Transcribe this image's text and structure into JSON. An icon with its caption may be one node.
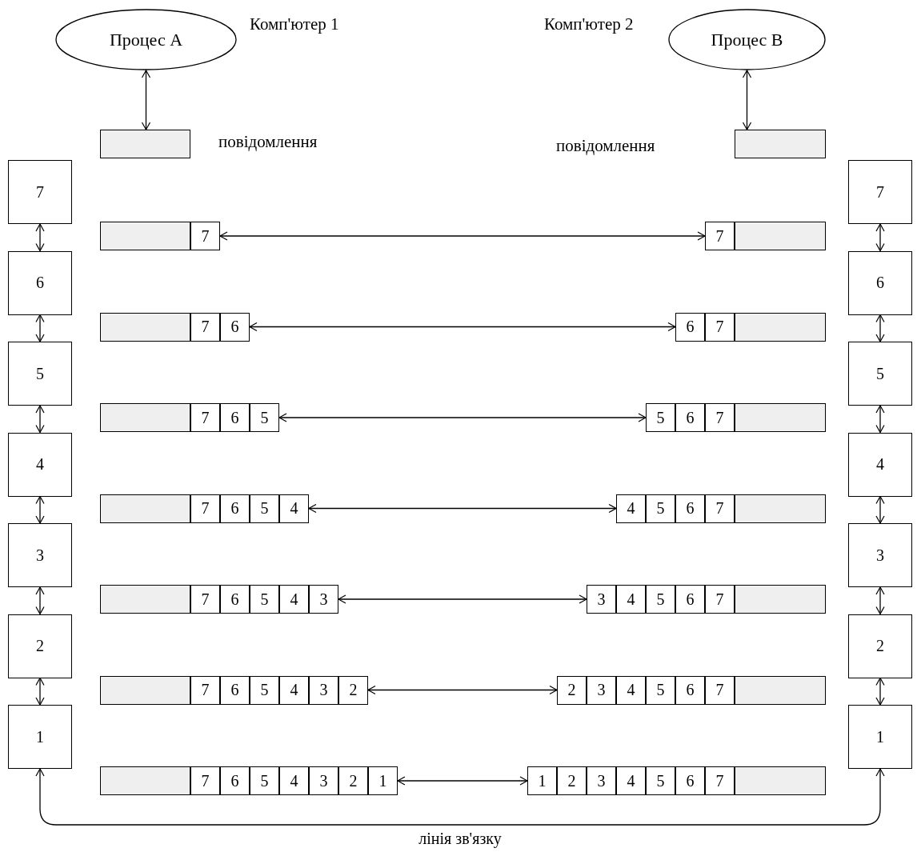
{
  "diagram": {
    "nodes": [
      {
        "text": [
          "Процес A"
        ]
      },
      {
        "text": [
          "Процес B"
        ]
      },
      {
        "text": [],
        "shape": "box"
      },
      {
        "text": [],
        "shape": "box"
      },
      {
        "text": [
          "7"
        ]
      },
      {
        "text": [
          "7"
        ]
      },
      {
        "text": [],
        "shape": "box"
      },
      {
        "text": [
          "7"
        ]
      },
      {
        "text": [
          "7"
        ]
      },
      {
        "text": [],
        "shape": "box"
      },
      {
        "text": [
          "6"
        ]
      },
      {
        "text": [
          "6"
        ]
      },
      {
        "text": [],
        "shape": "box"
      },
      {
        "text": [
          "7"
        ]
      },
      {
        "text": [
          "6"
        ]
      },
      {
        "text": [
          "6"
        ]
      },
      {
        "text": [
          "7"
        ]
      },
      {
        "text": [],
        "shape": "box"
      },
      {
        "text": [
          "5"
        ]
      },
      {
        "text": [
          "5"
        ]
      },
      {
        "text": [],
        "shape": "box"
      },
      {
        "text": [
          "7"
        ]
      },
      {
        "text": [
          "6"
        ]
      },
      {
        "text": [
          "5"
        ]
      },
      {
        "text": [
          "5"
        ]
      },
      {
        "text": [
          "6"
        ]
      },
      {
        "text": [
          "7"
        ]
      },
      {
        "text": [],
        "shape": "box"
      },
      {
        "text": [
          "4"
        ]
      },
      {
        "text": [
          "4"
        ]
      },
      {
        "text": [],
        "shape": "box"
      },
      {
        "text": [
          "7"
        ]
      },
      {
        "text": [
          "6"
        ]
      },
      {
        "text": [
          "5"
        ]
      },
      {
        "text": [
          "4"
        ]
      },
      {
        "text": [
          "4"
        ]
      },
      {
        "text": [
          "5"
        ]
      },
      {
        "text": [
          "6"
        ]
      },
      {
        "text": [
          "7"
        ]
      },
      {
        "text": [],
        "shape": "box"
      },
      {
        "text": [
          "3"
        ]
      },
      {
        "text": [
          "3"
        ]
      },
      {
        "text": [],
        "shape": "box"
      },
      {
        "text": [
          "7"
        ]
      },
      {
        "text": [
          "6"
        ]
      },
      {
        "text": [
          "5"
        ]
      },
      {
        "text": [
          "4"
        ]
      },
      {
        "text": [
          "3"
        ]
      },
      {
        "text": [
          "3"
        ]
      },
      {
        "text": [
          "4"
        ]
      },
      {
        "text": [
          "5"
        ]
      },
      {
        "text": [
          "6"
        ]
      },
      {
        "text": [
          "7"
        ]
      },
      {
        "text": [],
        "shape": "box"
      },
      {
        "text": [
          "2"
        ]
      },
      {
        "text": [
          "2"
        ]
      },
      {
        "text": [],
        "shape": "box"
      },
      {
        "text": [
          "7"
        ]
      },
      {
        "text": [
          "6"
        ]
      },
      {
        "text": [
          "5"
        ]
      },
      {
        "text": [
          "4"
        ]
      },
      {
        "text": [
          "3"
        ]
      },
      {
        "text": [
          "2"
        ]
      },
      {
        "text": [
          "2"
        ]
      },
      {
        "text": [
          "3"
        ]
      },
      {
        "text": [
          "4"
        ]
      },
      {
        "text": [
          "5"
        ]
      },
      {
        "text": [
          "6"
        ]
      },
      {
        "text": [
          "7"
        ]
      },
      {
        "text": [],
        "shape": "box"
      },
      {
        "text": [
          "1"
        ]
      },
      {
        "text": [
          "1"
        ]
      },
      {
        "text": [],
        "shape": "box"
      },
      {
        "text": [
          "7"
        ]
      },
      {
        "text": [
          "6"
        ]
      },
      {
        "text": [
          "5"
        ]
      },
      {
        "text": [
          "4"
        ]
      },
      {
        "text": [
          "3"
        ]
      },
      {
        "text": [
          "2"
        ]
      },
      {
        "text": [
          "1"
        ]
      },
      {
        "text": [
          "1"
        ]
      },
      {
        "text": [
          "2"
        ]
      },
      {
        "text": [
          "3"
        ]
      },
      {
        "text": [
          "4"
        ]
      },
      {
        "text": [
          "5"
        ]
      },
      {
        "text": [
          "6"
        ]
      },
      {
        "text": [
          "7"
        ]
      },
      {
        "text": [],
        "shape": "box"
      }
    ],
    "edges": [
      {
        "from": 0,
        "to": 2,
        "arrow": "both"
      },
      {
        "from": 1,
        "to": 3,
        "arrow": "both"
      },
      {
        "from": 4,
        "to": 10,
        "arrow": "both"
      },
      {
        "from": 10,
        "to": 18,
        "arrow": "both"
      },
      {
        "from": 18,
        "to": 28,
        "arrow": "both"
      },
      {
        "from": 28,
        "to": 40,
        "arrow": "both"
      },
      {
        "from": 40,
        "to": 54,
        "arrow": "both"
      },
      {
        "from": 54,
        "to": 70,
        "arrow": "both"
      },
      {
        "from": 5,
        "to": 11,
        "arrow": "both"
      },
      {
        "from": 11,
        "to": 19,
        "arrow": "both"
      },
      {
        "from": 19,
        "to": 29,
        "arrow": "both"
      },
      {
        "from": 29,
        "to": 41,
        "arrow": "both"
      },
      {
        "from": 41,
        "to": 55,
        "arrow": "both"
      },
      {
        "from": 55,
        "to": 71,
        "arrow": "both"
      },
      {
        "from": 7,
        "to": 8,
        "arrow": "both"
      },
      {
        "from": 14,
        "to": 15,
        "arrow": "both"
      },
      {
        "from": 23,
        "to": 24,
        "arrow": "both"
      },
      {
        "from": 34,
        "to": 35,
        "arrow": "both"
      },
      {
        "from": 47,
        "to": 48,
        "arrow": "both"
      },
      {
        "from": 62,
        "to": 63,
        "arrow": "both"
      },
      {
        "from": 79,
        "to": 80,
        "arrow": "both"
      },
      {
        "from": 70,
        "to": 71,
        "arrow": "both",
        "label": "лінія зв'язку"
      }
    ],
    "labels": [
      "Комп'ютер 1",
      "Комп'ютер 2",
      "повідомлення",
      "повідомлення"
    ]
  }
}
